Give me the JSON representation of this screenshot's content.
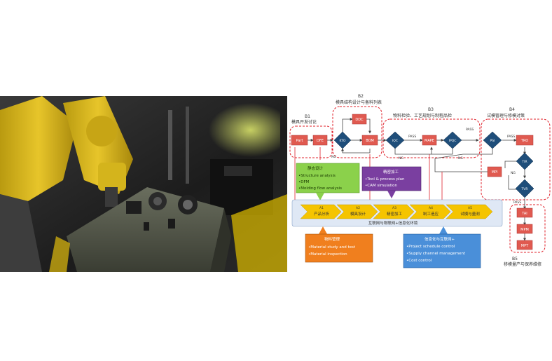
{
  "stages": {
    "b1": {
      "code": "B1",
      "title": "模具开发讨论"
    },
    "b2": {
      "code": "B2",
      "title": "模具结构设计与备料列表"
    },
    "b3": {
      "code": "B3",
      "title": "物料检验、工艺规划与制程品检"
    },
    "b4": {
      "code": "B4",
      "title": "试模管理与修模对策"
    },
    "b5": {
      "code": "B5",
      "title": "移模量产与保养维修"
    }
  },
  "nodes": {
    "part": "Part",
    "dfe": "DFE",
    "kto": "KTO",
    "ddc": "DDC",
    "bom": "BOM",
    "iqc": "IQC",
    "mape": "MAPE",
    "ipqc": "IPQC",
    "psi": "PSI",
    "tro": "TRO",
    "tir": "TIR",
    "mpi": "MPI",
    "tvr": "TVR",
    "tai": "TAI",
    "mpm": "MPM",
    "mpt": "MPT"
  },
  "edge_labels": {
    "ng1": "NG",
    "ng2": "NG",
    "ng3": "NG",
    "ng4": "NG",
    "pass1": "PASS",
    "pass2": "PASS",
    "pass3": "PASS",
    "pass4": "PASS"
  },
  "design_box": {
    "title": "静态设计",
    "items": [
      "Structure analysis",
      "DFM",
      "Molding flow analysis"
    ]
  },
  "machining_box": {
    "title": "精密加工",
    "items": [
      "Tool & process plan",
      "CAM simulation"
    ]
  },
  "material_box": {
    "title": "物料管理",
    "items": [
      "Material study and test",
      "Material inspection"
    ]
  },
  "info_box": {
    "title": "信息化与互联网+",
    "items": [
      "Project schedule control",
      "Supply channel management",
      "Cost control"
    ]
  },
  "process_chain": [
    {
      "code": "A1",
      "label": "产品分析"
    },
    {
      "code": "A2",
      "label": "模具设计"
    },
    {
      "code": "A3",
      "label": "精密加工"
    },
    {
      "code": "A4",
      "label": "制工造应"
    },
    {
      "code": "A5",
      "label": "试模与量测"
    }
  ],
  "process_caption": "互联网与物联网+信息化环境",
  "colors": {
    "red_node": "#e05a50",
    "diamond": "#1f4e7a",
    "green": "#8bd14b",
    "purple": "#7a3fa0",
    "orange": "#f07f1e",
    "blue": "#4a8fd9",
    "chevron": "#f5c400",
    "dashed": "#e0202a"
  }
}
